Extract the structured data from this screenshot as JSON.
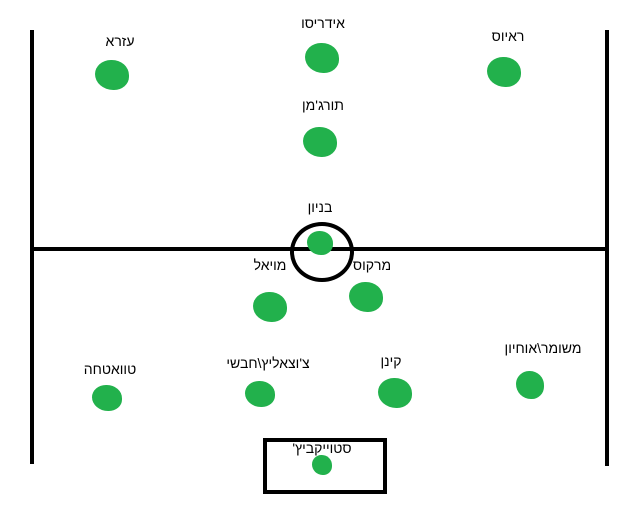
{
  "diagram": {
    "type": "football-formation",
    "dot_color": "#22b14c",
    "players": [
      {
        "name": "עזרא"
      },
      {
        "name": "אידריסו"
      },
      {
        "name": "ראיוס"
      },
      {
        "name": "תורג'מן"
      },
      {
        "name": "בניון"
      },
      {
        "name": "מויאל"
      },
      {
        "name": "מרקוס"
      },
      {
        "name": "טוואטחה"
      },
      {
        "name": "צ'וצאליץ\\חבשי"
      },
      {
        "name": "קינן"
      },
      {
        "name": "משומר\\אוחיון"
      },
      {
        "name": "סטוייקביץ'"
      }
    ]
  }
}
